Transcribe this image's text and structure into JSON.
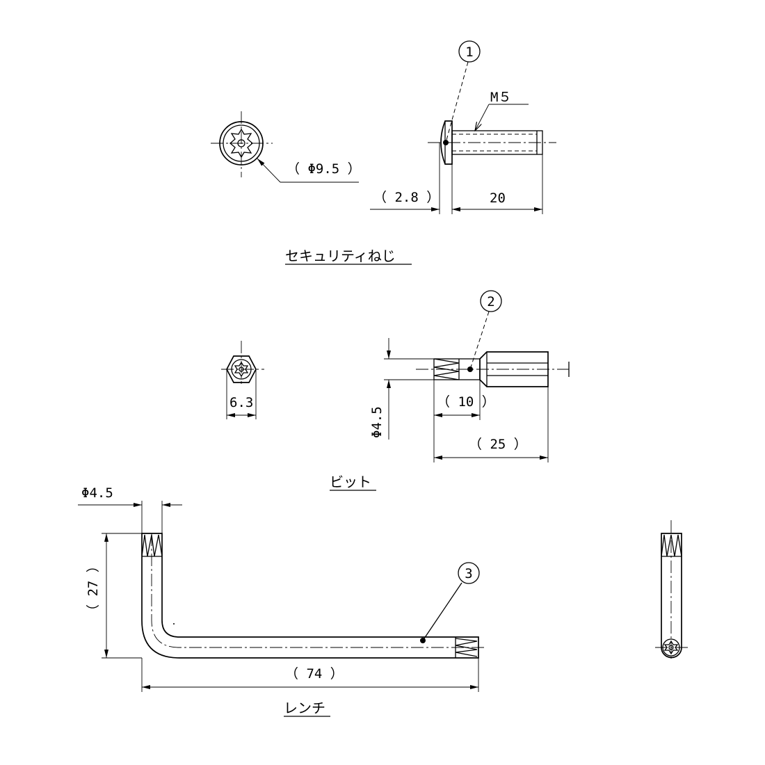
{
  "parts": {
    "screw": {
      "title": "セキュリティねじ",
      "balloon": "1",
      "thread_label": "M５",
      "head_dia_label": "（ Φ9.5 ）",
      "head_thk_label": "（ 2.8 ）",
      "length_label": "20"
    },
    "bit": {
      "title": "ビット",
      "balloon": "2",
      "hex_label": "6.3",
      "tip_dia_label": "Φ4.5",
      "tip_len_label": "（ 10 ）",
      "total_len_label": "（ 25 ）"
    },
    "wrench": {
      "title": "レンチ",
      "balloon": "3",
      "dia_label": "Φ4.5",
      "height_label": "（ 27 ）",
      "length_label": "（ 74 ）"
    }
  }
}
